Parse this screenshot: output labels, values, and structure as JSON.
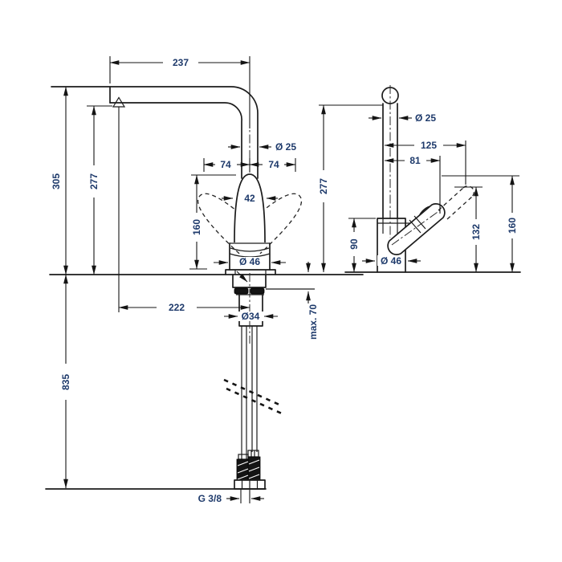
{
  "front": {
    "reach_top": "237",
    "height_overall": "305",
    "height_spout": "277",
    "spout_dia": "Ø 25",
    "swing_left": "74",
    "swing_right": "74",
    "handle_width": "42",
    "handle_height": "160",
    "body_dia": "Ø 46",
    "reach_center": "222",
    "shank_dia": "Ø34",
    "counter_max": "max. 70",
    "hose_length": "835",
    "thread": "G 3/8"
  },
  "side": {
    "pipe_dia": "Ø 25",
    "lever_reach_open": "125",
    "lever_reach": "81",
    "height_spout": "277",
    "body_height": "90",
    "body_dia": "Ø 46",
    "lever_height_open": "132",
    "clearance_height": "160"
  }
}
